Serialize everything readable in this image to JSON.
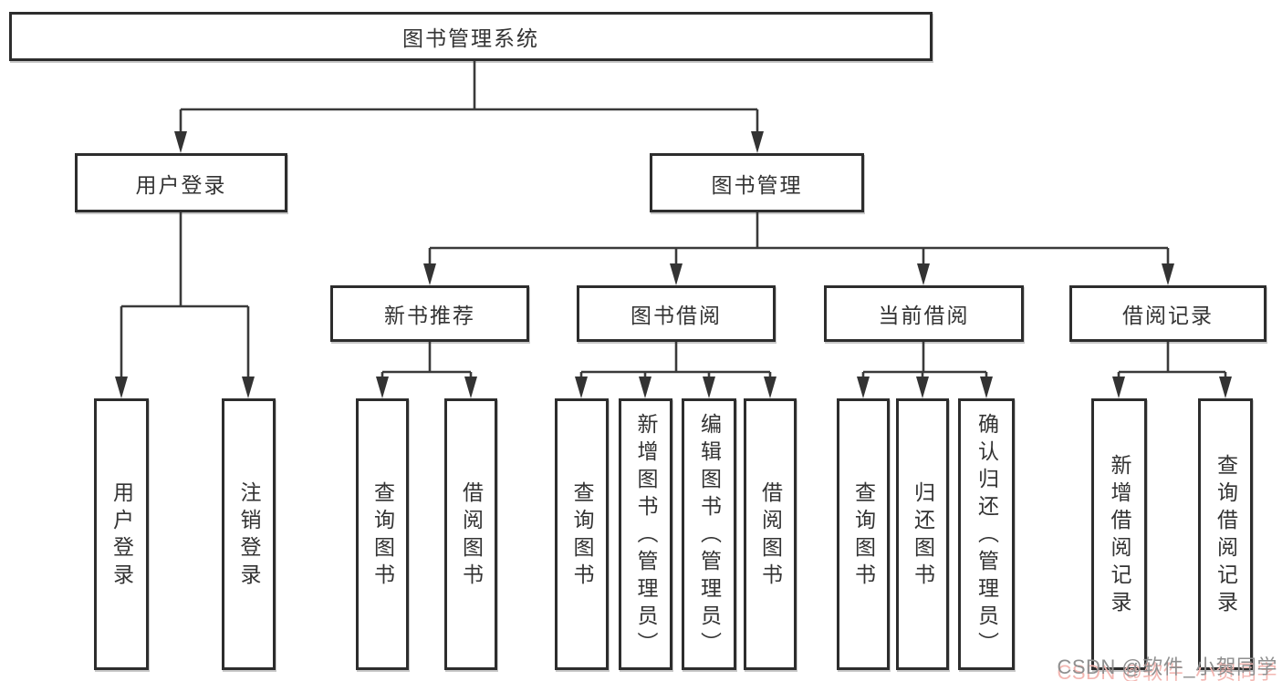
{
  "tree": {
    "label": "图书管理系统",
    "children": [
      {
        "label": "用户登录",
        "children": [
          {
            "label": "用户登录"
          },
          {
            "label": "注销登录"
          }
        ]
      },
      {
        "label": "图书管理",
        "children": [
          {
            "label": "新书推荐",
            "children": [
              {
                "label": "查询图书"
              },
              {
                "label": "借阅图书"
              }
            ]
          },
          {
            "label": "图书借阅",
            "children": [
              {
                "label": "查询图书"
              },
              {
                "label": "新增图书（管理员）"
              },
              {
                "label": "编辑图书（管理员）"
              },
              {
                "label": "借阅图书"
              }
            ]
          },
          {
            "label": "当前借阅",
            "children": [
              {
                "label": "查询图书"
              },
              {
                "label": "归还图书"
              },
              {
                "label": "确认归还（管理员）"
              }
            ]
          },
          {
            "label": "借阅记录",
            "children": [
              {
                "label": "新增借阅记录"
              },
              {
                "label": "查询借阅记录"
              }
            ]
          }
        ]
      }
    ]
  },
  "watermark": {
    "text": "CSDN @软件_小贺同学"
  },
  "colors": {
    "line": "#3a3a3a",
    "box_border": "#2d2d2d",
    "text": "#333333",
    "watermark_text": "#8f8f8f",
    "watermark_shadow": "#f3b7b2"
  }
}
